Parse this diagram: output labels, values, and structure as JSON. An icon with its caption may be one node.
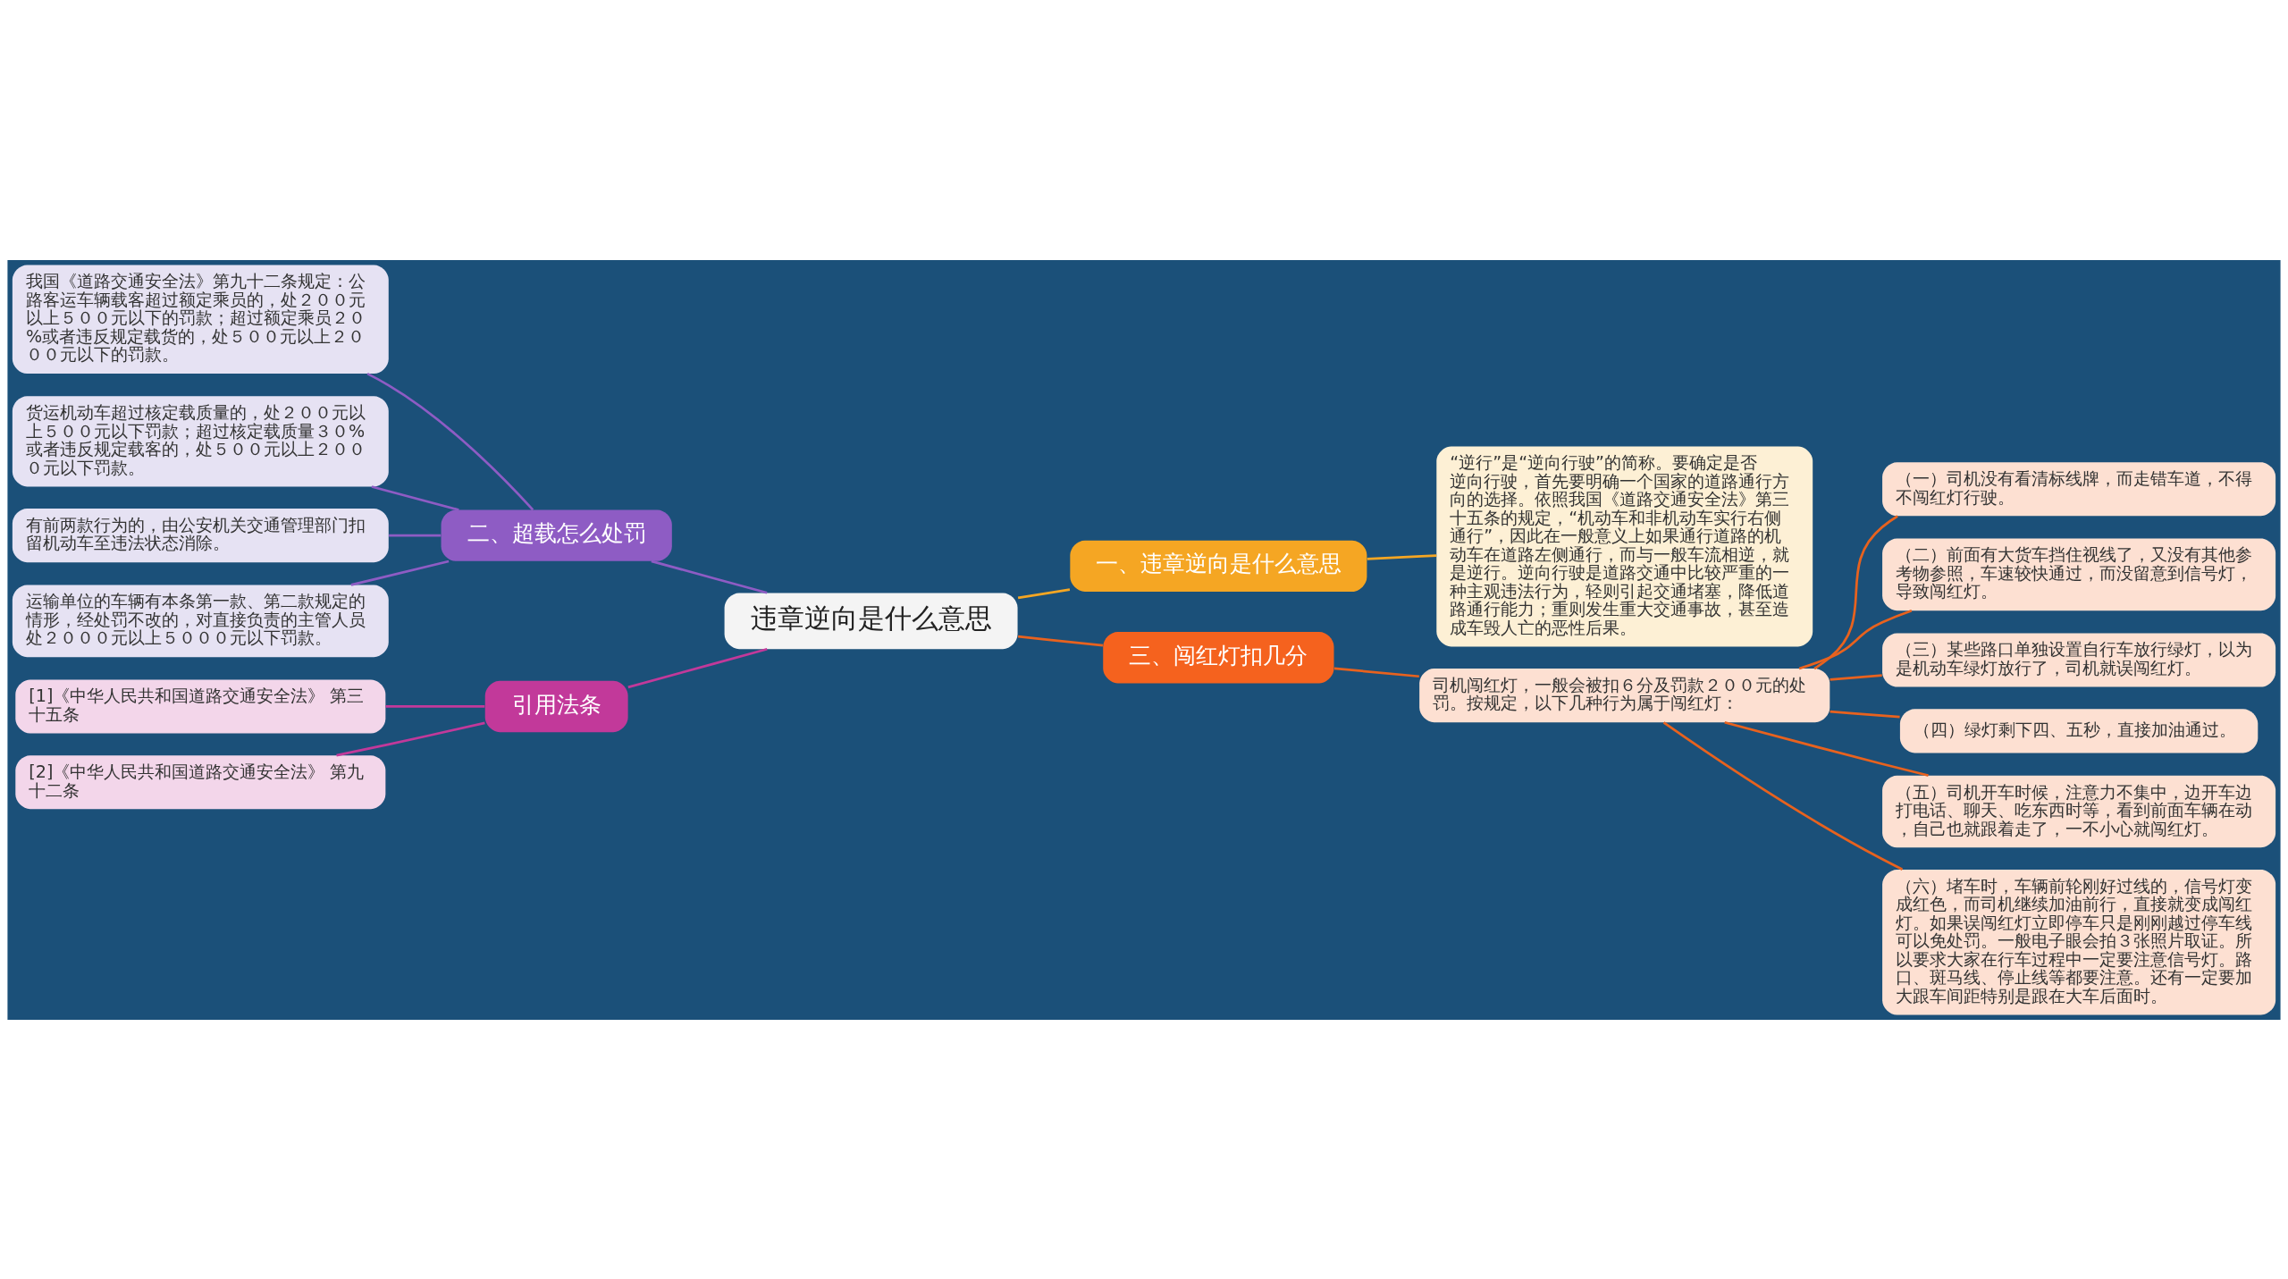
{
  "diagram": {
    "nodes": [
      {
        "text": [
          "违章逆向是什么意思"
        ]
      },
      {
        "text": [
          "一、违章逆向是什么意思"
        ]
      },
      {
        "text": [
          "“逆行”是“逆向行驶”的简称。要确定是否逆向行驶，首先要明确一个国家的道路通行方向的选择。依照我国《道路交通安全法》第三十五条的规定，“机动车和非机动车实行右侧通行”，因此在一般意义上如果通行道路的机动车在道路左侧通行，而与一般车流相逆，就是逆行。逆向行驶是道路交通中比较严重的一种主观违法行为，轻则引起交通堵塞，降低道路通行能力；重则发生重大交通事故，甚至造成车毁人亡的恶性后果。"
        ]
      },
      {
        "text": [
          "二、超载怎么处罚"
        ]
      },
      {
        "text": [
          "我国《道路交通安全法》第九十二条规定：公路客运车辆载客超过额定乘员的，处２００元以上５００元以下的罚款；超过额定乘员２０%或者违反规定载货的，处５００元以上２０００元以下的罚款。"
        ]
      },
      {
        "text": [
          "货运机动车超过核定载质量的，处２００元以上５００元以下罚款；超过核定载质量３０%或者违反规定载客的，处５００元以上２０００元以下罚款。"
        ]
      },
      {
        "text": [
          "有前两款行为的，由公安机关交通管理部门扣留机动车至违法状态消除。"
        ]
      },
      {
        "text": [
          "运输单位的车辆有本条第一款、第二款规定的情形，经处罚不改的，对直接负责的主管人员处２０００元以上５０００元以下罚款。"
        ]
      },
      {
        "text": [
          "三、闯红灯扣几分"
        ]
      },
      {
        "text": [
          "司机闯红灯，一般会被扣６分及罚款２００元的处罚。按规定，以下几种行为属于闯红灯："
        ]
      },
      {
        "text": [
          "（一）司机没有看清标线牌，而走错车道，不得不闯红灯行驶。"
        ]
      },
      {
        "text": [
          "（二）前面有大货车挡住视线了，又没有其他参考物参照，车速较快通过，而没留意到信号灯，导致闯红灯。"
        ]
      },
      {
        "text": [
          "（三）某些路口单独设置自行车放行绿灯，以为是机动车绿灯放行了，司机就误闯红灯。"
        ]
      },
      {
        "text": [
          "（四）绿灯剩下四、五秒，直接加油通过。"
        ]
      },
      {
        "text": [
          "（五）司机开车时候，注意力不集中，边开车边打电话、聊天、吃东西时等，看到前面车辆在动，自己也就跟着走了，一不小心就闯红灯。"
        ]
      },
      {
        "text": [
          "（六）堵车时，车辆前轮刚好过线的，信号灯变成红色，而司机继续加油前行，直接就变成闯红灯。如果误闯红灯立即停车只是刚刚越过停车线可以免处罚。一般电子眼会拍３张照片取证。所以要求大家在行车过程中一定要注意信号灯。路口、斑马线、停止线等都要注意。还有一定要加大跟车间距特别是跟在大车后面时。"
        ]
      },
      {
        "text": [
          "引用法条"
        ]
      },
      {
        "text": [
          "[1]《中华人民共和国道路交通安全法》 第三十五条"
        ]
      },
      {
        "text": [
          "[2]《中华人民共和国道路交通安全法》 第九十二条"
        ]
      }
    ],
    "edges": [
      {
        "from": 0,
        "to": 1,
        "arrow": "none",
        "color": "#f5a623"
      },
      {
        "from": 1,
        "to": 2,
        "arrow": "none",
        "color": "#f5a623"
      },
      {
        "from": 3,
        "to": 0,
        "arrow": "none",
        "color": "#8e5cc4"
      },
      {
        "from": 4,
        "to": 3,
        "arrow": "none",
        "color": "#8e5cc4"
      },
      {
        "from": 5,
        "to": 3,
        "arrow": "none",
        "color": "#8e5cc4"
      },
      {
        "from": 6,
        "to": 3,
        "arrow": "none",
        "color": "#8e5cc4"
      },
      {
        "from": 7,
        "to": 3,
        "arrow": "none",
        "color": "#8e5cc4"
      },
      {
        "from": 0,
        "to": 8,
        "arrow": "none"
      },
      {
        "from": 8,
        "to": 9,
        "arrow": "none"
      },
      {
        "from": 9,
        "to": 10,
        "arrow": "none"
      },
      {
        "from": 9,
        "to": 11,
        "arrow": "none"
      },
      {
        "from": 9,
        "to": 12,
        "arrow": "none"
      },
      {
        "from": 9,
        "to": 13,
        "arrow": "none"
      },
      {
        "from": 9,
        "to": 14,
        "arrow": "none"
      },
      {
        "from": 9,
        "to": 15,
        "arrow": "none"
      },
      {
        "from": 16,
        "to": 0,
        "arrow": "none",
        "color": "#c2399a"
      },
      {
        "from": 17,
        "to": 16,
        "arrow": "none",
        "color": "#c2399a"
      },
      {
        "from": 18,
        "to": 16,
        "arrow": "none",
        "color": "#c2399a"
      }
    ]
  }
}
